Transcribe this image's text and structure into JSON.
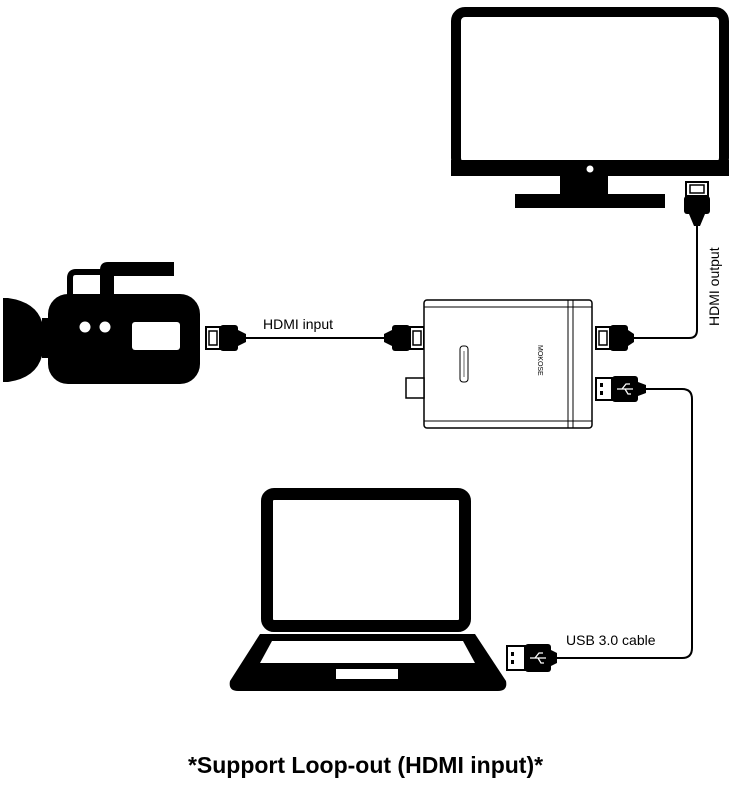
{
  "labels": {
    "hdmi_input": "HDMI input",
    "hdmi_output": "HDMI output",
    "usb_cable": "USB 3.0 cable",
    "brand": "MOKOSE"
  },
  "caption": "*Support Loop-out (HDMI  input)*",
  "colors": {
    "ink": "#000000",
    "background": "#ffffff"
  }
}
